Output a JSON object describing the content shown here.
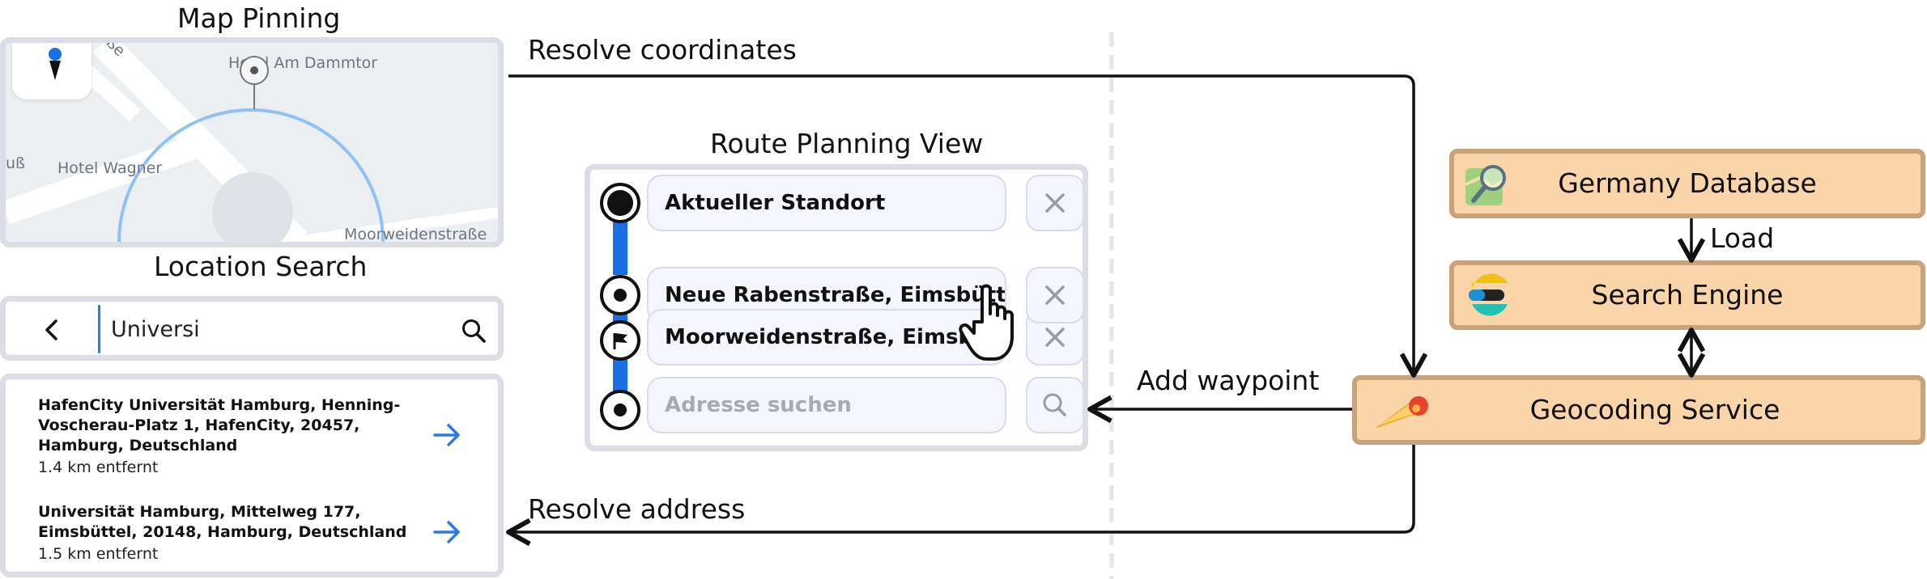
{
  "map_panel": {
    "title": "Map Pinning",
    "labels": {
      "hotel_am_dammtor": "Hotel Am Dammtor",
      "hotel_wagner": "Hotel Wagner",
      "moorweidenstrasse": "Moorweidenstraße",
      "street_fragment_left": "uß",
      "street_fragment_top": "ße"
    },
    "icons": [
      "compass-icon",
      "map-pin-icon"
    ]
  },
  "search_panel": {
    "title": "Location Search",
    "query": "Universi",
    "icons": [
      "back-chevron-icon",
      "search-icon"
    ]
  },
  "results": [
    {
      "title": "HafenCity Universität Hamburg, Henning-Voscherau-Platz 1, HafenCity, 20457, Hamburg, Deutschland",
      "distance": "1.4 km entfernt"
    },
    {
      "title": "Universität Hamburg, Mittelweg 177, Eimsbüttel, 20148, Hamburg, Deutschland",
      "distance": "1.5 km entfernt"
    }
  ],
  "route_panel": {
    "title": "Route Planning View",
    "fields": [
      {
        "text": "Aktueller Standort"
      },
      {
        "text": "Neue Rabenstraße, Eimsbüttel..."
      },
      {
        "text": "Moorweidenstraße, Eimsbüttel"
      },
      {
        "placeholder": "Adresse suchen"
      }
    ],
    "icons": [
      "close-icon",
      "close-icon",
      "close-icon",
      "search-icon",
      "flag-icon",
      "hand-cursor-icon"
    ]
  },
  "services": {
    "germany_database": "Germany Database",
    "search_engine": "Search Engine",
    "geocoding_service": "Geocoding Service",
    "icons": [
      "map-magnifier-icon",
      "elastic-icon",
      "comet-icon"
    ]
  },
  "edges": {
    "resolve_coordinates": "Resolve coordinates",
    "add_waypoint": "Add waypoint",
    "resolve_address": "Resolve address",
    "load": "Load"
  },
  "colors": {
    "service_fill": "#fbd5aa",
    "service_border": "#c7a27a",
    "route_line": "#1a6fe4",
    "accent_blue": "#2a7ae2"
  }
}
